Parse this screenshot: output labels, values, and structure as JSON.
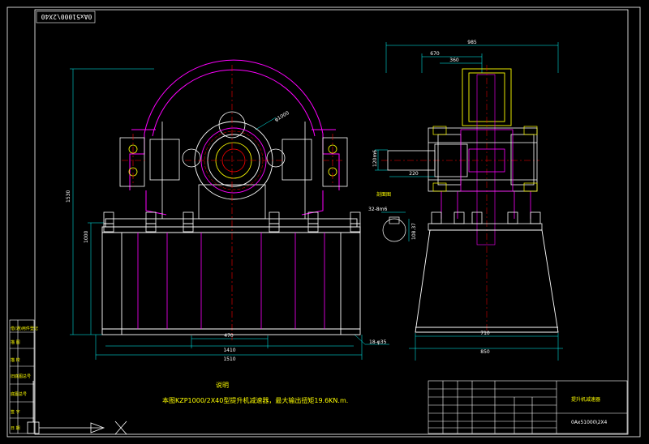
{
  "drawing": {
    "corner_code": "0Ax51000\\2X40",
    "title_code": "0Ax51000\\2X4"
  },
  "front_view": {
    "dims": {
      "height_total": "1530",
      "height_base": "1000",
      "bolt_span": "470",
      "inner_width": "1410",
      "outer_width": "1510",
      "diameter": "φ1000",
      "bolt_callout": "18-φ35"
    }
  },
  "side_view": {
    "dims": {
      "width_top": "985",
      "offset_670": "670",
      "offset_360": "360",
      "shaft_dia": "120m6",
      "shaft_len": "220",
      "base_width": "710",
      "base_outer": "850",
      "key_width": "32-8m6",
      "key_depth": "108.37"
    },
    "section_label": "剖面图"
  },
  "notes": {
    "title": "说明",
    "line1": "本图KZP1000/2X40型提升机减速器，最大输出扭矩19.6KN.m."
  },
  "sidebar": {
    "labels": [
      "借(通)用件登记",
      "描 图",
      "描 校",
      "旧底图总号",
      "底图总号",
      "签 字",
      "日 期"
    ]
  },
  "title_block": {
    "name": "提升机减速器",
    "code": "0Ax51000\\2X4"
  },
  "colors": {
    "outline": "#ffffff",
    "housing": "#ff00ff",
    "center": "#ff0000",
    "dimension": "#00ffff",
    "highlight": "#ffff00",
    "bolts": "#ffffff",
    "background": "#000000"
  }
}
